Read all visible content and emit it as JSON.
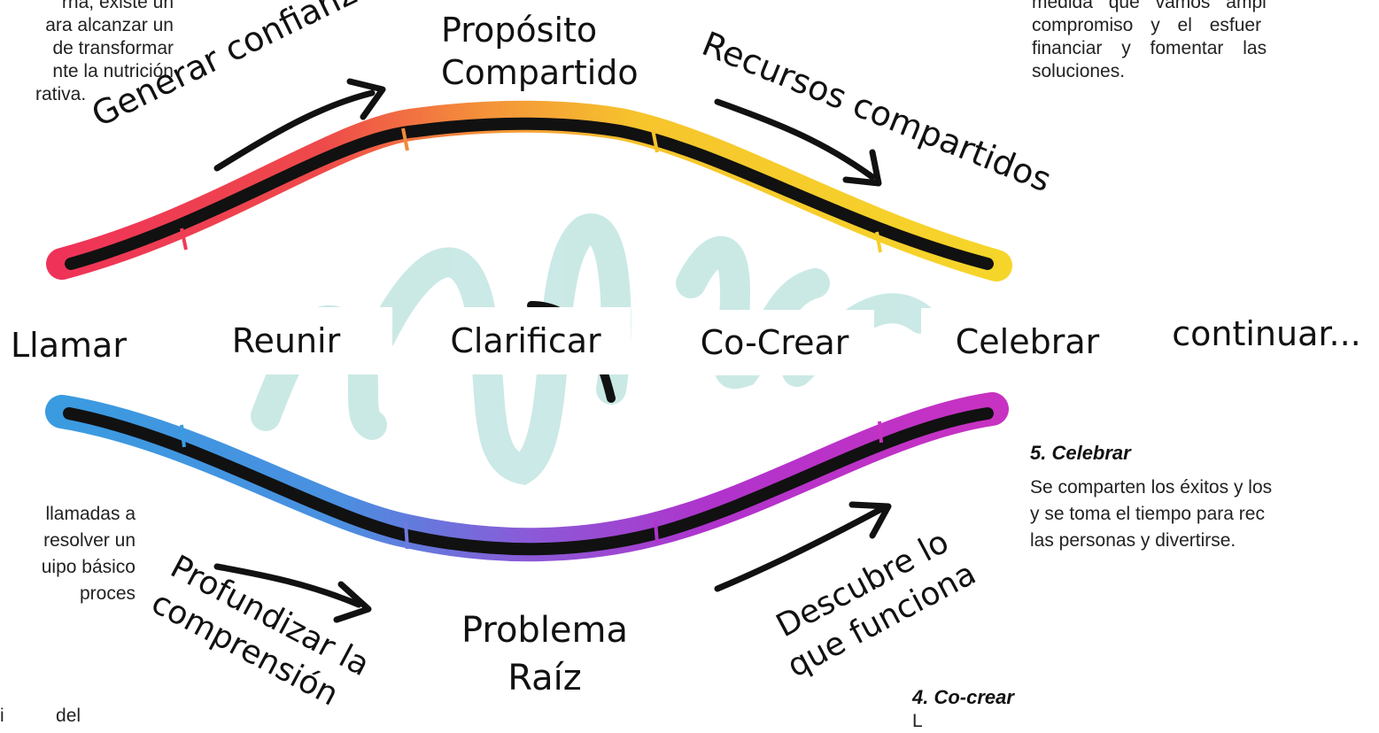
{
  "top_left_text": [
    "rna, existe un",
    "ara alcanzar un",
    "de transformar",
    "nte la nutrición",
    "rativa."
  ],
  "top_right_text": [
    "medida que vamos ampl",
    "compromiso y el esfuer",
    "financiar y fomentar las",
    "soluciones."
  ],
  "left_mid_text": [
    "llamadas a",
    "resolver un",
    "uipo básico",
    "proces"
  ],
  "bottom_left_text": "i          del",
  "labels": {
    "proposito_line1": "Propósito",
    "proposito_line2": "Compartido",
    "generar_confianza": "Generar confianza",
    "recursos_compartidos": "Recursos compartidos",
    "problema_line1": "Problema",
    "problema_line2": "Raíz",
    "profundizar_line1": "Profundizar la",
    "profundizar_line2": "comprensión",
    "descubre_line1": "Descubre lo",
    "descubre_line2": "que funciona"
  },
  "stages": [
    "Llamar",
    "Reunir",
    "Clarificar",
    "Co-Crear",
    "Celebrar",
    "continuar..."
  ],
  "celebrar_section": {
    "heading": "5. Celebrar",
    "lines": [
      "Se comparten los éxitos y los",
      "y se toma el tiempo para rec",
      "las personas y divertirse."
    ]
  },
  "cocrear_section": {
    "heading": "4. Co-crear",
    "line": "L"
  },
  "colors": {
    "top_red": "#ef3b55",
    "top_orange": "#f4913a",
    "top_yellow": "#f6cf2a",
    "bottom_blue": "#3a9be0",
    "bottom_purple": "#9b3fd6",
    "bottom_magenta": "#c12fc4",
    "watermark_teal": "#b7e0dc"
  }
}
